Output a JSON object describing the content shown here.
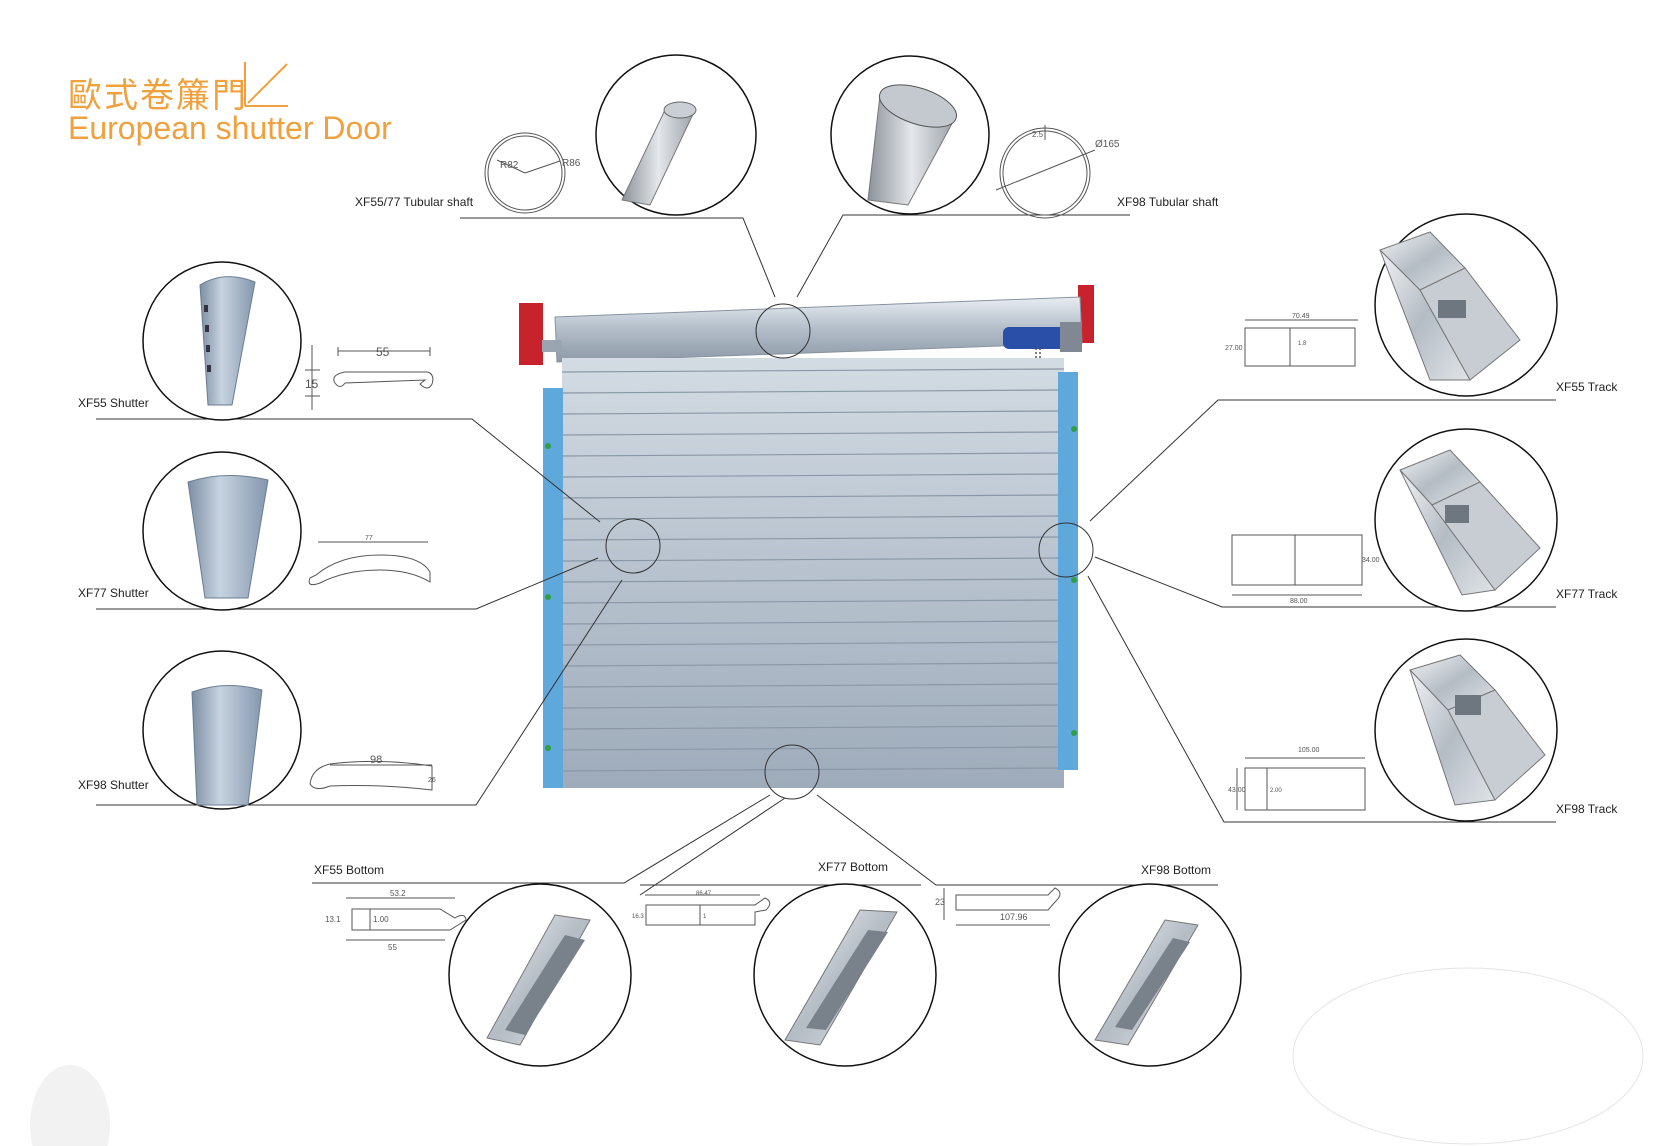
{
  "header": {
    "title_zh": "歐式卷簾門",
    "title_en": "European shutter Door"
  },
  "labels": {
    "shaft_xf55_77": "XF55/77 Tubular shaft",
    "shaft_xf98": "XF98 Tubular shaft",
    "shutter_xf55": "XF55 Shutter",
    "shutter_xf77": "XF77 Shutter",
    "shutter_xf98": "XF98 Shutter",
    "track_xf55": "XF55 Track",
    "track_xf77": "XF77 Track",
    "track_xf98": "XF98 Track",
    "bottom_xf55": "XF55 Bottom",
    "bottom_xf77": "XF77 Bottom",
    "bottom_xf98": "XF98 Bottom"
  },
  "dimensions": {
    "shaft_small_r1": "R82",
    "shaft_small_r2": "R86",
    "shaft_large_dia": "Ø165",
    "shaft_large_t": "2.5",
    "xf55_w": "55",
    "xf55_h": "15",
    "xf77_w": "77",
    "xf98_w": "98",
    "xf98_h": "26",
    "track55_w": "70.49",
    "track55_h": "27.00",
    "track55_t": "1.8",
    "track77_h": "34.00",
    "track77_w": "88.00",
    "track98_w": "105.00",
    "track98_h": "43.00",
    "track98_t": "2.00",
    "bottom55_top": "53.2",
    "bottom55_bot": "55",
    "bottom55_h": "13.1",
    "bottom55_t": "1.00",
    "bottom77_w": "86.47",
    "bottom77_h": "16.3",
    "bottom77_t": "1",
    "bottom98_w": "107.96",
    "bottom98_h": "23"
  },
  "colors": {
    "accent": "#f0a03c",
    "track_blue": "#5fa8dc",
    "slat_gray": "#b9c3cf",
    "bracket_red": "#c8232c",
    "motor_blue": "#2a4fa8"
  }
}
